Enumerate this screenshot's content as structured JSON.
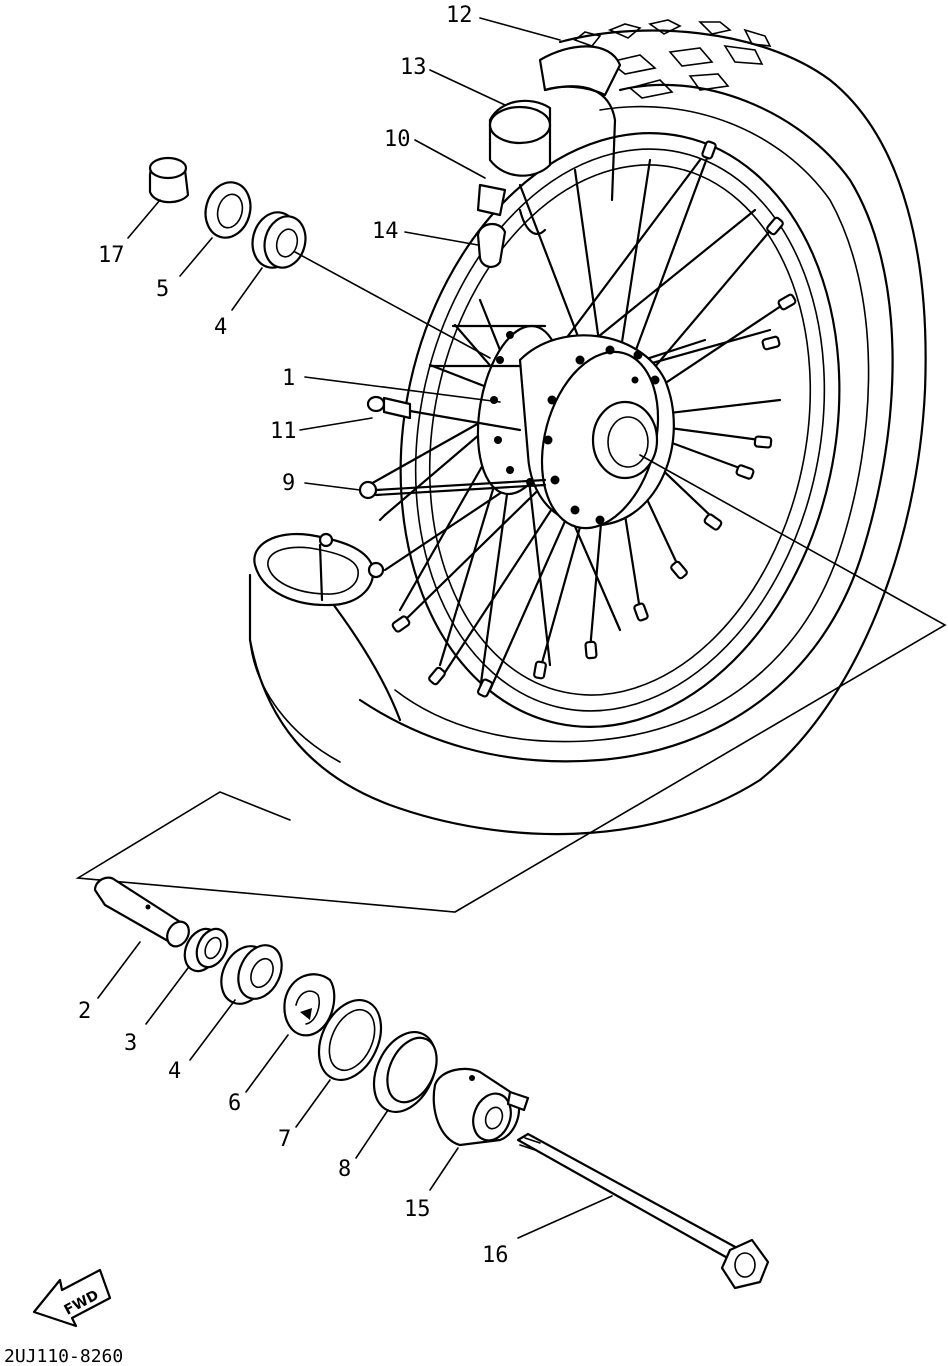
{
  "diagram": {
    "callouts": [
      {
        "id": "c1",
        "text": "1"
      },
      {
        "id": "c2",
        "text": "2"
      },
      {
        "id": "c3",
        "text": "3"
      },
      {
        "id": "c4a",
        "text": "4"
      },
      {
        "id": "c4b",
        "text": "4"
      },
      {
        "id": "c5",
        "text": "5"
      },
      {
        "id": "c6",
        "text": "6"
      },
      {
        "id": "c7",
        "text": "7"
      },
      {
        "id": "c8",
        "text": "8"
      },
      {
        "id": "c9",
        "text": "9"
      },
      {
        "id": "c10",
        "text": "10"
      },
      {
        "id": "c11",
        "text": "11"
      },
      {
        "id": "c12",
        "text": "12"
      },
      {
        "id": "c13",
        "text": "13"
      },
      {
        "id": "c14",
        "text": "14"
      },
      {
        "id": "c15",
        "text": "15"
      },
      {
        "id": "c16",
        "text": "16"
      },
      {
        "id": "c17",
        "text": "17"
      }
    ],
    "direction_badge": "FWD",
    "figure_code": "2UJ110-8260"
  },
  "icons": {
    "direction": "fwd-arrow-icon"
  },
  "colors": {
    "ink": "#000000",
    "paper": "#ffffff"
  }
}
